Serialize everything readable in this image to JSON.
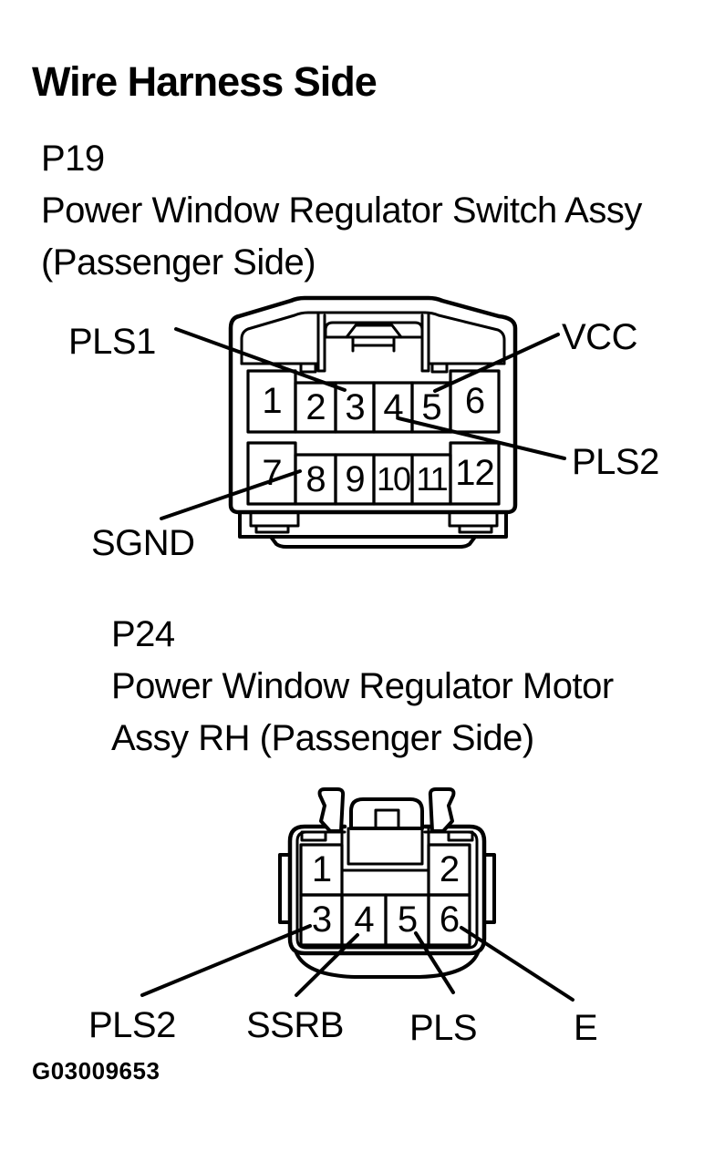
{
  "page": {
    "title": "Wire Harness Side",
    "figure_id": "G03009653"
  },
  "colors": {
    "ink": "#000000",
    "paper": "#ffffff"
  },
  "connector_p19": {
    "id": "P19",
    "name_line1": "Power Window Regulator Switch Assy",
    "name_line2": "(Passenger Side)",
    "pins": [
      "1",
      "2",
      "3",
      "4",
      "5",
      "6",
      "7",
      "8",
      "9",
      "10",
      "11",
      "12"
    ],
    "labeled_pins": [
      {
        "pin": "3",
        "signal": "PLS1"
      },
      {
        "pin": "5",
        "signal": "VCC"
      },
      {
        "pin": "4",
        "signal": "PLS2"
      },
      {
        "pin": "8",
        "signal": "SGND"
      }
    ]
  },
  "connector_p24": {
    "id": "P24",
    "name_line1": "Power Window Regulator Motor",
    "name_line2": "Assy RH (Passenger Side)",
    "pins": [
      "1",
      "2",
      "3",
      "4",
      "5",
      "6"
    ],
    "labeled_pins": [
      {
        "pin": "3",
        "signal": "PLS2"
      },
      {
        "pin": "4",
        "signal": "SSRB"
      },
      {
        "pin": "5",
        "signal": "PLS"
      },
      {
        "pin": "6",
        "signal": "E"
      }
    ]
  }
}
